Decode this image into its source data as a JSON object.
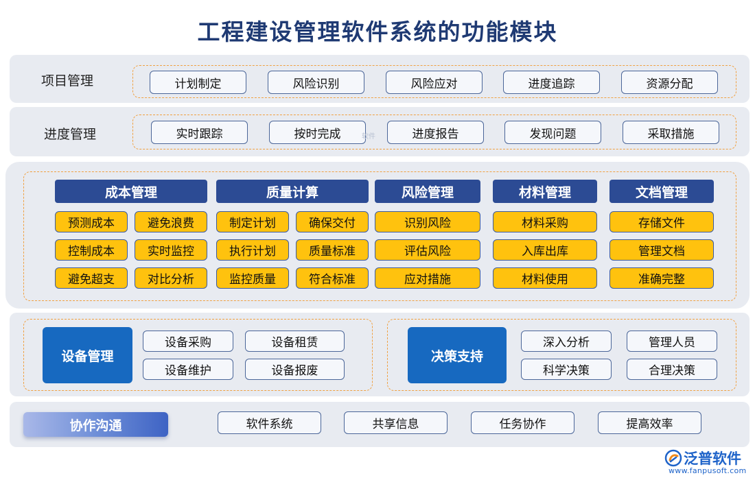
{
  "title": "工程建设管理软件系统的功能模块",
  "project": {
    "label": "项目管理",
    "items": [
      "计划制定",
      "风险识别",
      "风险应对",
      "进度追踪",
      "资源分配"
    ]
  },
  "progress": {
    "label": "进度管理",
    "items": [
      "实时跟踪",
      "按时完成",
      "进度报告",
      "发现问题",
      "采取措施"
    ],
    "watermark": "软件"
  },
  "modules": [
    {
      "title": "成本管理",
      "items": [
        "预测成本",
        "避免浪费",
        "控制成本",
        "实时监控",
        "避免超支",
        "对比分析"
      ]
    },
    {
      "title": "质量计算",
      "items": [
        "制定计划",
        "确保交付",
        "执行计划",
        "质量标准",
        "监控质量",
        "符合标准"
      ]
    },
    {
      "title": "风险管理",
      "items": [
        "识别风险",
        "评估风险",
        "应对措施"
      ]
    },
    {
      "title": "材料管理",
      "items": [
        "材料采购",
        "入库出库",
        "材料使用"
      ]
    },
    {
      "title": "文档管理",
      "items": [
        "存储文件",
        "管理文档",
        "准确完整"
      ]
    }
  ],
  "equipment": {
    "title": "设备管理",
    "items": [
      "设备采购",
      "设备租赁",
      "设备维护",
      "设备报废"
    ]
  },
  "decision": {
    "title": "决策支持",
    "items": [
      "深入分析",
      "管理人员",
      "科学决策",
      "合理决策"
    ]
  },
  "collaboration": {
    "title": "协作沟通",
    "items": [
      "软件系统",
      "共享信息",
      "任务协作",
      "提高效率"
    ]
  },
  "logo": {
    "name": "泛普软件",
    "url": "www.fanpusoft.com"
  },
  "colors": {
    "title": "#1f3a73",
    "category_fill": "#2c4b94",
    "yellow_fill": "#ffc20e",
    "blue_box": "#1769c0",
    "dashed_border": "#f0a040",
    "band_fill": "#e8ebf1"
  }
}
